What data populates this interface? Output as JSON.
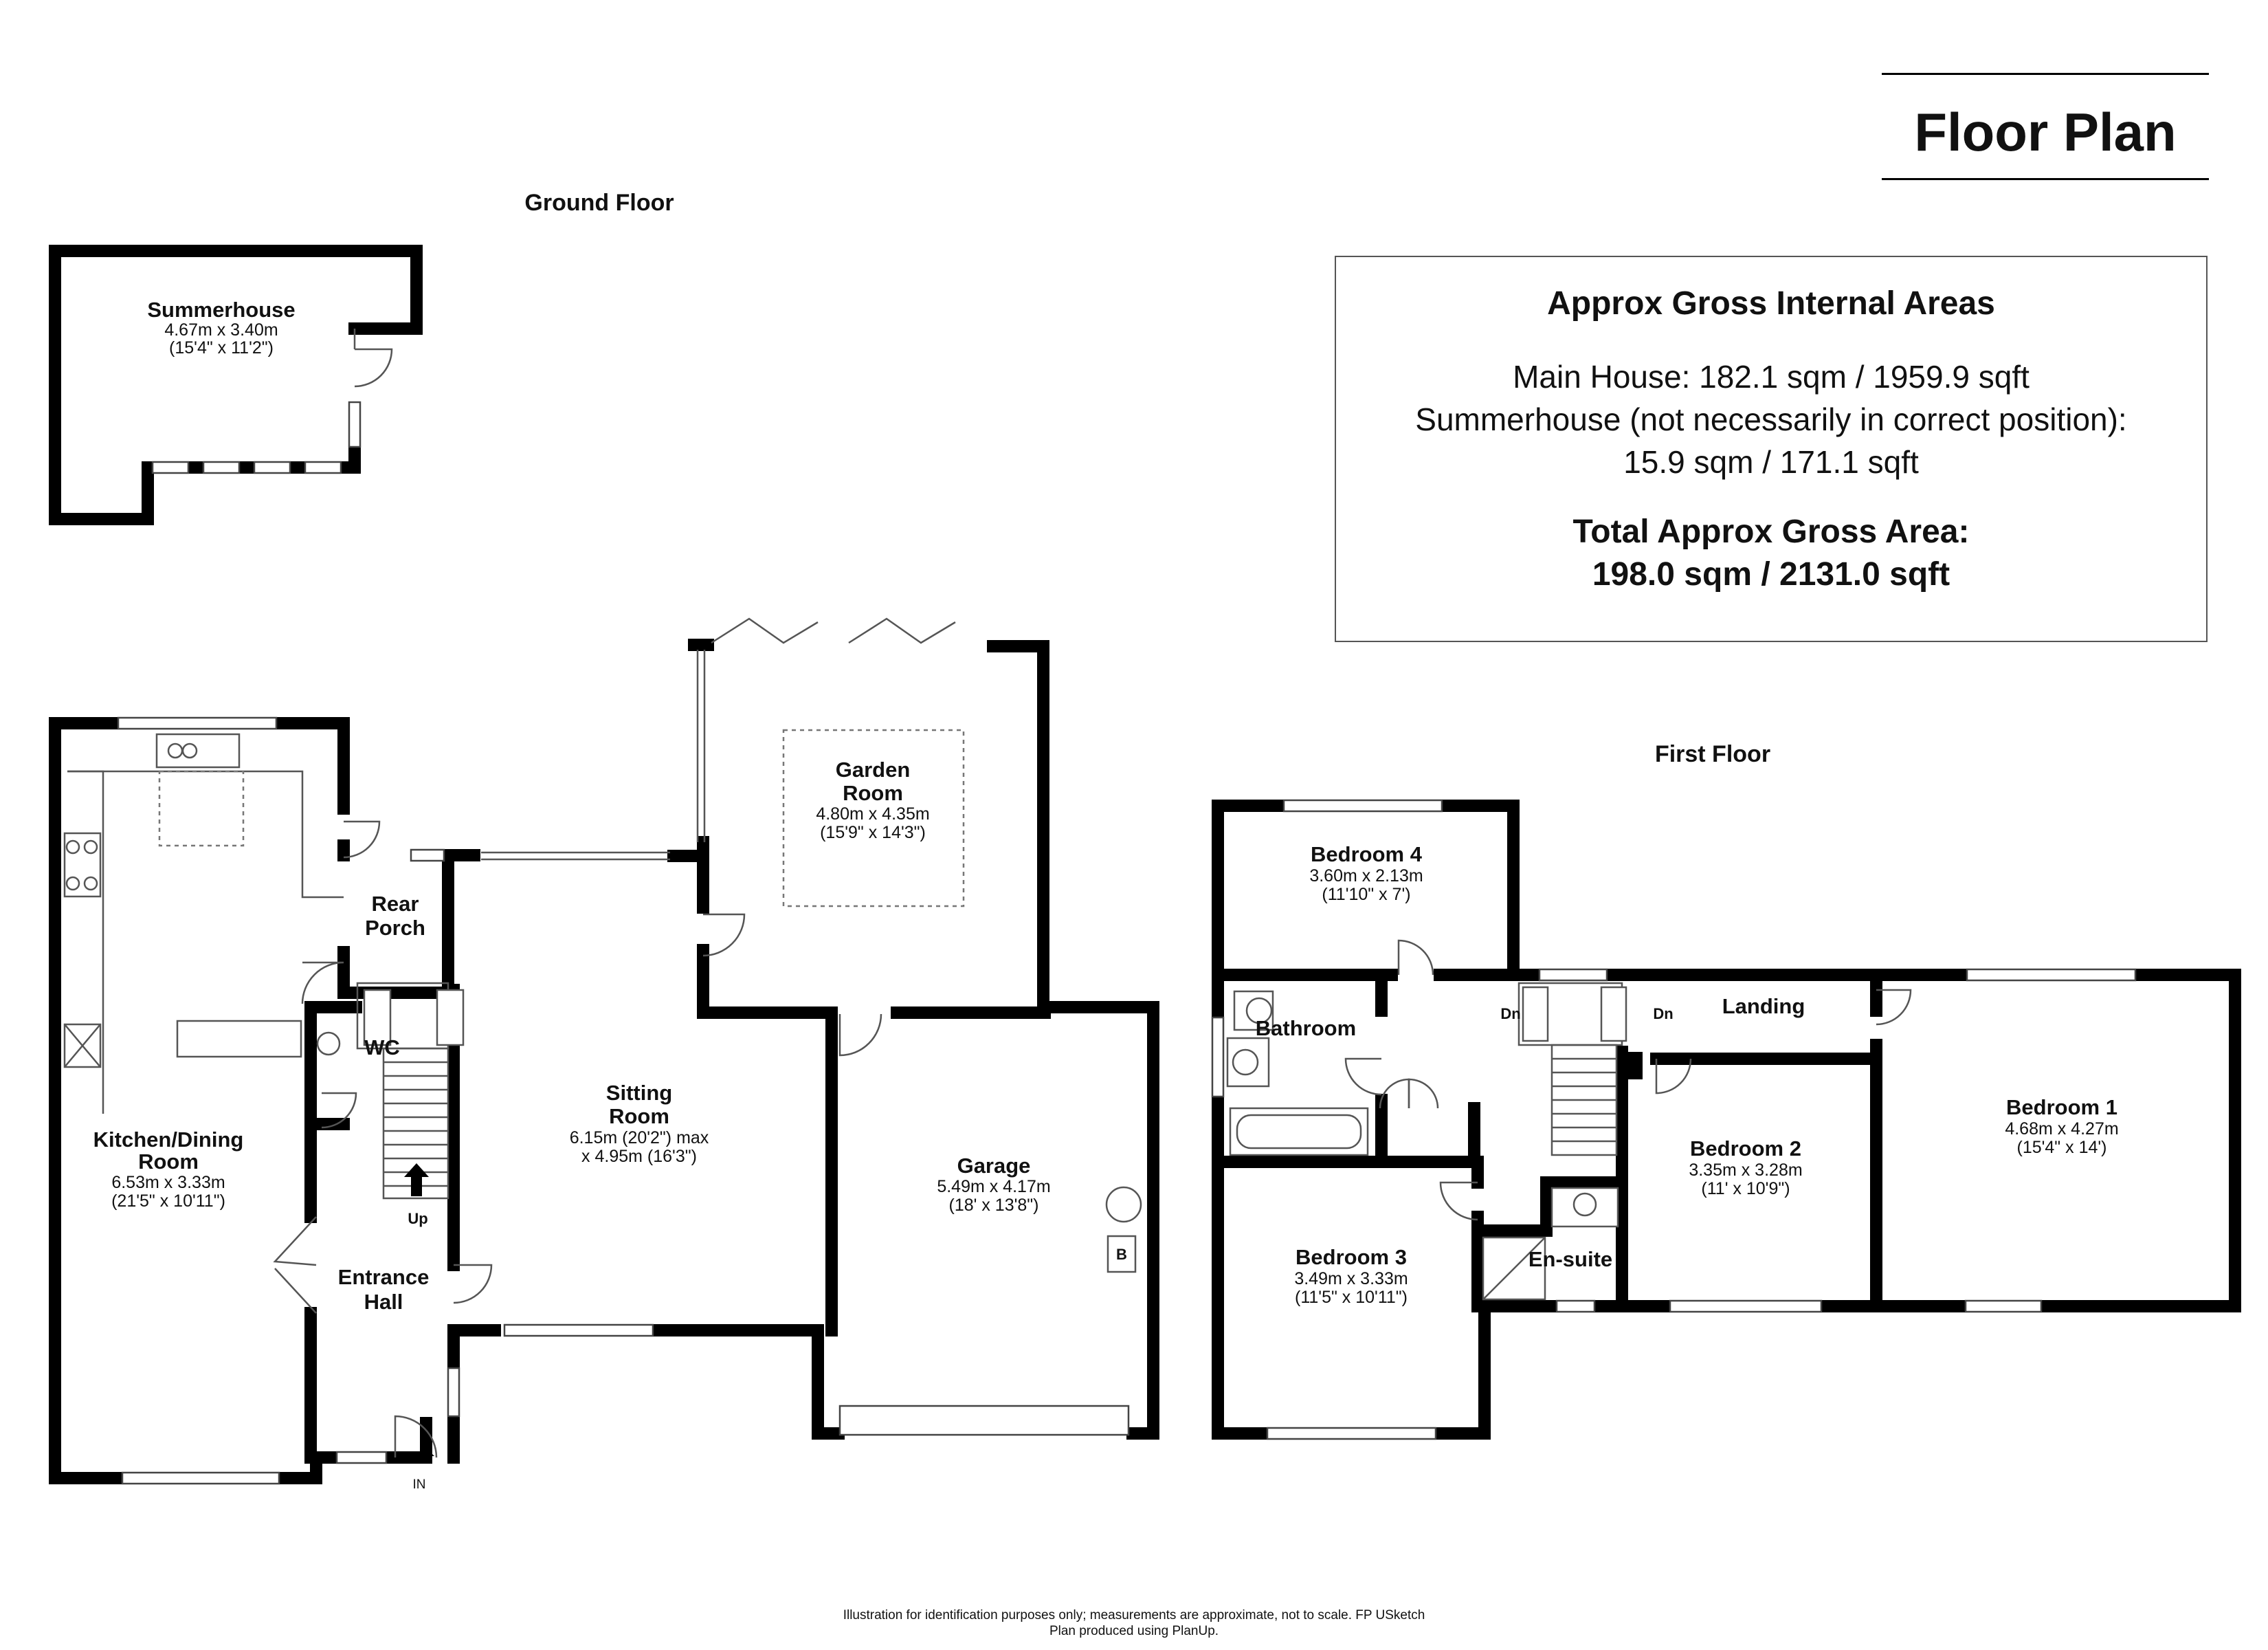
{
  "title": "Floor Plan",
  "areas": {
    "heading": "Approx Gross Internal Areas",
    "main_house": "Main House: 182.1 sqm / 1959.9 sqft",
    "summerhouse_line1": "Summerhouse (not necessarily in correct position):",
    "summerhouse_line2": "15.9 sqm / 171.1 sqft",
    "total_heading": "Total Approx Gross Area:",
    "total_value": "198.0 sqm / 2131.0 sqft"
  },
  "floors": {
    "ground": "Ground Floor",
    "first": "First Floor"
  },
  "rooms": {
    "summerhouse": {
      "name": "Summerhouse",
      "metric": "4.67m x 3.40m",
      "imperial": "(15'4\" x 11'2\")"
    },
    "kitchen": {
      "name1": "Kitchen/Dining",
      "name2": "Room",
      "metric": "6.53m x 3.33m",
      "imperial": "(21'5\" x 10'11\")"
    },
    "rear_porch": {
      "name1": "Rear",
      "name2": "Porch"
    },
    "wc": {
      "name": "WC"
    },
    "entrance_hall": {
      "name1": "Entrance",
      "name2": "Hall"
    },
    "sitting_room": {
      "name1": "Sitting",
      "name2": "Room",
      "metric": "6.15m (20'2\") max",
      "imperial": "x 4.95m (16'3\")"
    },
    "garden_room": {
      "name1": "Garden",
      "name2": "Room",
      "metric": "4.80m x 4.35m",
      "imperial": "(15'9\" x 14'3\")"
    },
    "garage": {
      "name": "Garage",
      "metric": "5.49m x 4.17m",
      "imperial": "(18' x 13'8\")"
    },
    "bedroom4": {
      "name": "Bedroom 4",
      "metric": "3.60m x 2.13m",
      "imperial": "(11'10\" x 7')"
    },
    "bathroom": {
      "name": "Bathroom"
    },
    "landing": {
      "name": "Landing"
    },
    "bedroom1": {
      "name": "Bedroom 1",
      "metric": "4.68m x 4.27m",
      "imperial": "(15'4\" x 14')"
    },
    "bedroom2": {
      "name": "Bedroom 2",
      "metric": "3.35m x 3.28m",
      "imperial": "(11' x 10'9\")"
    },
    "bedroom3": {
      "name": "Bedroom 3",
      "metric": "3.49m x 3.33m",
      "imperial": "(11'5\" x 10'11\")"
    },
    "ensuite": {
      "name": "En-suite"
    }
  },
  "labels": {
    "up": "Up",
    "in": "IN",
    "dn": "Dn",
    "boiler": "B"
  },
  "footer": {
    "line1": "Illustration for identification purposes only; measurements are approximate, not to scale. FP USketch",
    "line2": "Plan produced using PlanUp."
  }
}
